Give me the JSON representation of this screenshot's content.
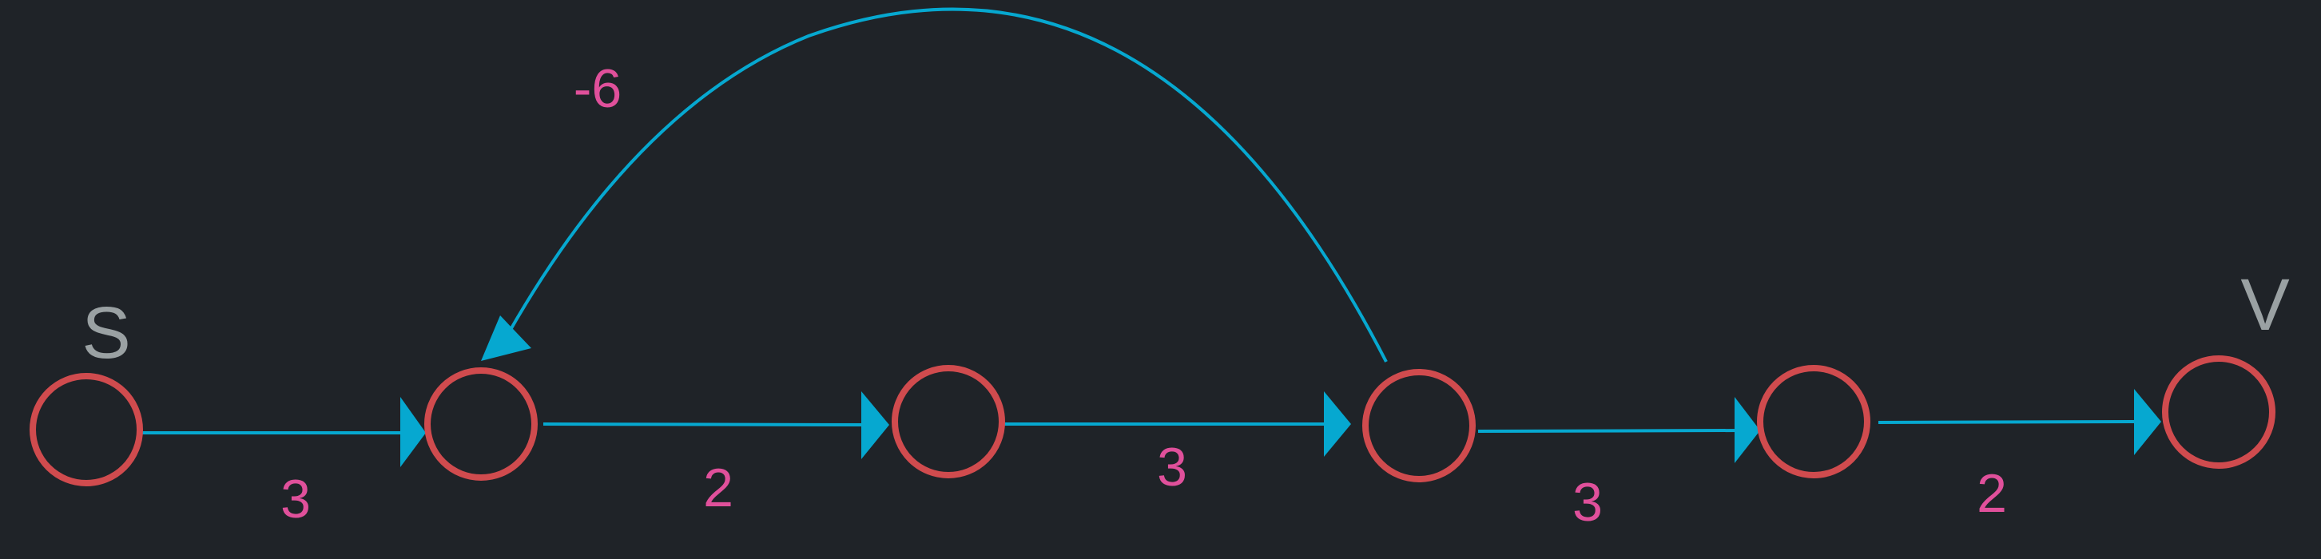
{
  "colors": {
    "background": "#1f2328",
    "node_stroke": "#d04b4e",
    "edge": "#06a8d0",
    "weight_text": "#e0509b",
    "label_text": "#9aa1a3"
  },
  "nodes": [
    {
      "id": "n0",
      "label": "S"
    },
    {
      "id": "n1",
      "label": ""
    },
    {
      "id": "n2",
      "label": ""
    },
    {
      "id": "n3",
      "label": ""
    },
    {
      "id": "n4",
      "label": ""
    },
    {
      "id": "n5",
      "label": "V"
    }
  ],
  "edges": [
    {
      "from": "n0",
      "to": "n1",
      "weight": "3"
    },
    {
      "from": "n1",
      "to": "n2",
      "weight": "2"
    },
    {
      "from": "n2",
      "to": "n3",
      "weight": "3"
    },
    {
      "from": "n3",
      "to": "n4",
      "weight": "3"
    },
    {
      "from": "n4",
      "to": "n5",
      "weight": "2"
    },
    {
      "from": "n3",
      "to": "n1",
      "weight": "-6"
    }
  ]
}
